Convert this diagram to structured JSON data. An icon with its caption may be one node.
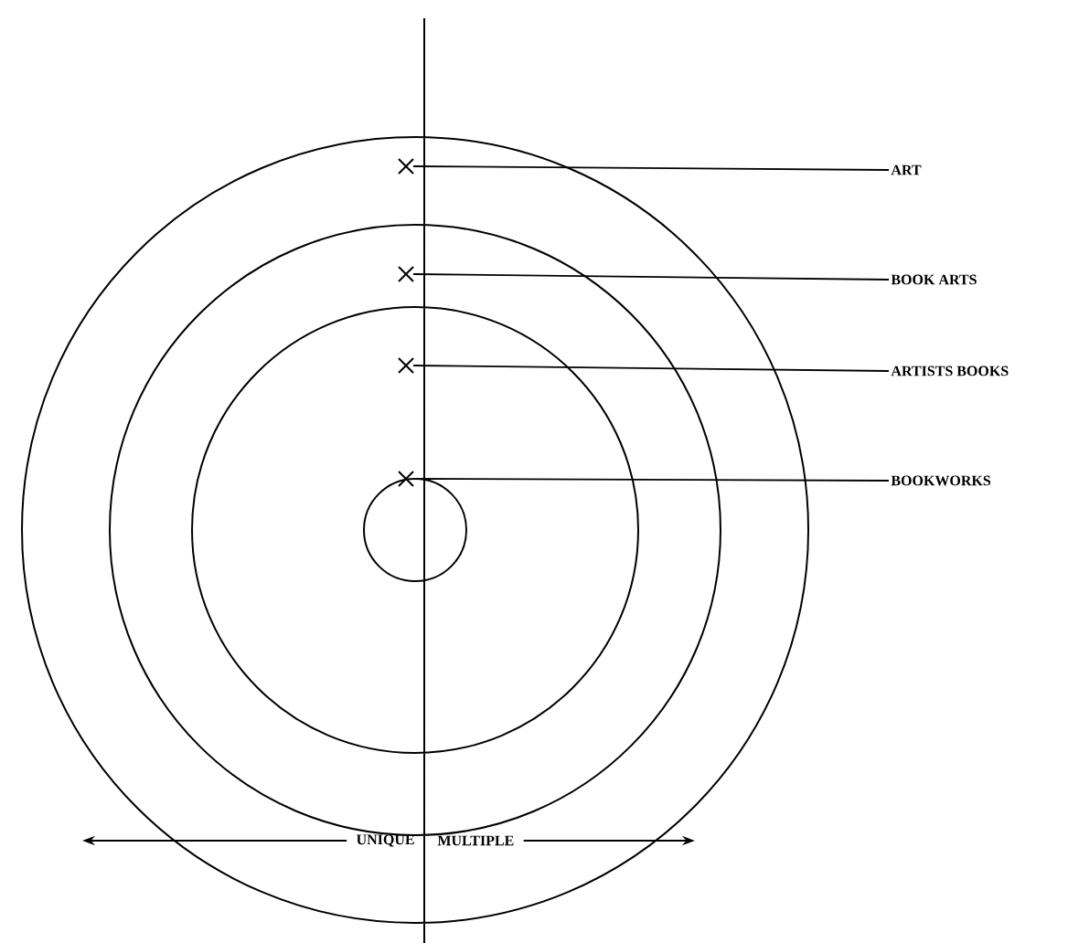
{
  "diagram": {
    "nodes": [
      {
        "text": [
          "ART"
        ]
      },
      {
        "text": [
          "BOOK ARTS"
        ]
      },
      {
        "text": [
          "ARTISTS BOOKS"
        ]
      },
      {
        "text": [
          "BOOKWORKS"
        ]
      },
      {
        "text": [],
        "shape": "cross"
      },
      {
        "text": [],
        "shape": "cross"
      },
      {
        "text": [],
        "shape": "cross"
      },
      {
        "text": [],
        "shape": "cross"
      }
    ],
    "edges": [
      {
        "from": 0,
        "to": 4,
        "arrow": "none"
      },
      {
        "from": 1,
        "to": 5,
        "arrow": "none"
      },
      {
        "from": 2,
        "to": 6,
        "arrow": "none"
      },
      {
        "from": 3,
        "to": 7,
        "arrow": "none"
      }
    ],
    "labels": [
      "UNIQUE",
      "MULTIPLE"
    ]
  }
}
